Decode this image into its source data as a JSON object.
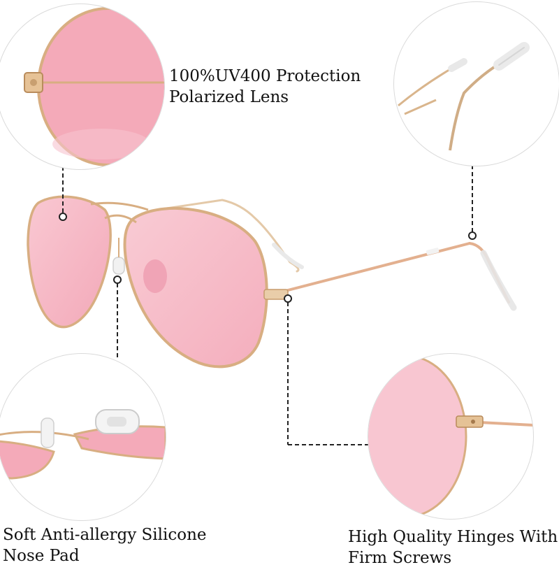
{
  "callouts": {
    "lens": {
      "line1": "100%UV400 Protection",
      "line2": "Polarized Lens"
    },
    "nose_pad": {
      "line1": "Soft Anti-allergy Silicone",
      "line2": "Nose Pad"
    },
    "hinges": {
      "line1": "High Quality Hinges With",
      "line2": "Firm Screws"
    }
  },
  "colors": {
    "lens_pink": "#f7b9c5",
    "frame_gold": "#d8ae82",
    "temple_gold": "#e3b08f",
    "pad_clear": "#eeeeee",
    "leader_line": "#222222",
    "circle_border": "#dadada"
  }
}
